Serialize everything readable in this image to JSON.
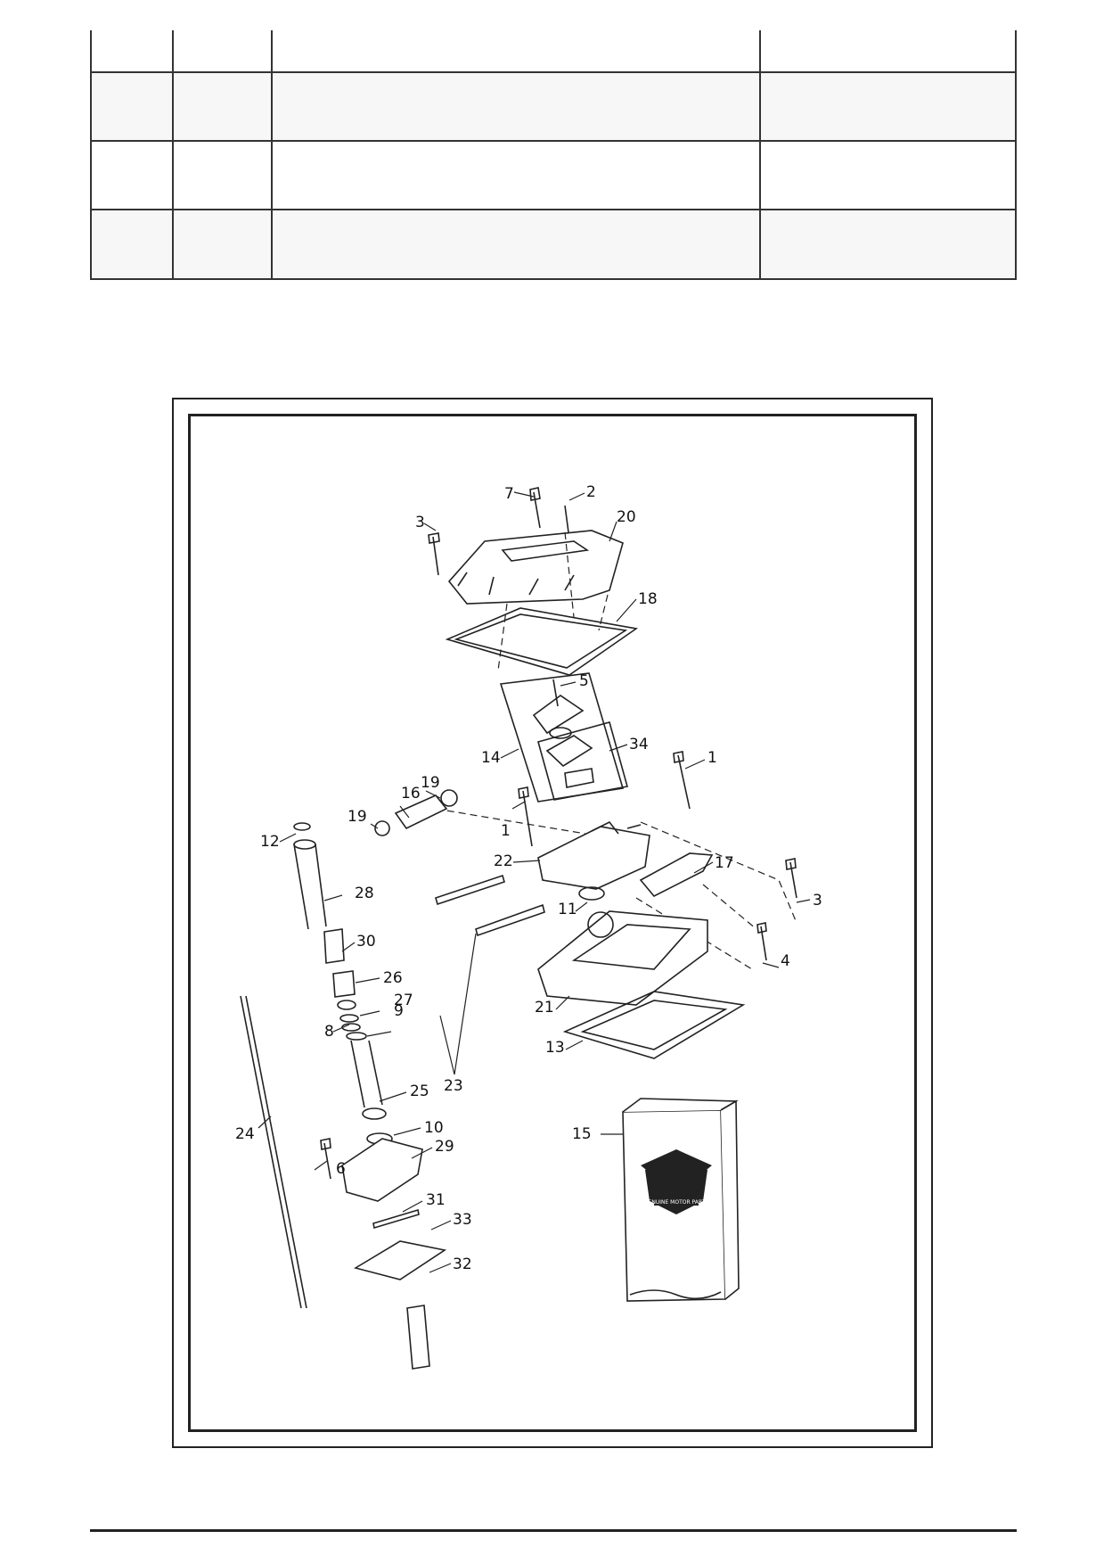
{
  "table_fragment": {
    "rows": [
      {
        "cells": [
          "",
          "",
          "",
          ""
        ]
      },
      {
        "cells": [
          "",
          "",
          "",
          ""
        ]
      },
      {
        "cells": [
          "",
          "",
          "",
          ""
        ]
      },
      {
        "cells": [
          "",
          "",
          "",
          ""
        ]
      }
    ]
  },
  "diagram": {
    "callouts": [
      "1",
      "1",
      "2",
      "3",
      "3",
      "4",
      "5",
      "6",
      "7",
      "8",
      "9",
      "10",
      "11",
      "12",
      "13",
      "14",
      "15",
      "16",
      "17",
      "18",
      "19",
      "19",
      "20",
      "21",
      "22",
      "23",
      "24",
      "25",
      "26",
      "27",
      "28",
      "29",
      "30",
      "31",
      "32",
      "33",
      "34"
    ],
    "box_logo": "GENUINE MOTOR PARTS"
  }
}
